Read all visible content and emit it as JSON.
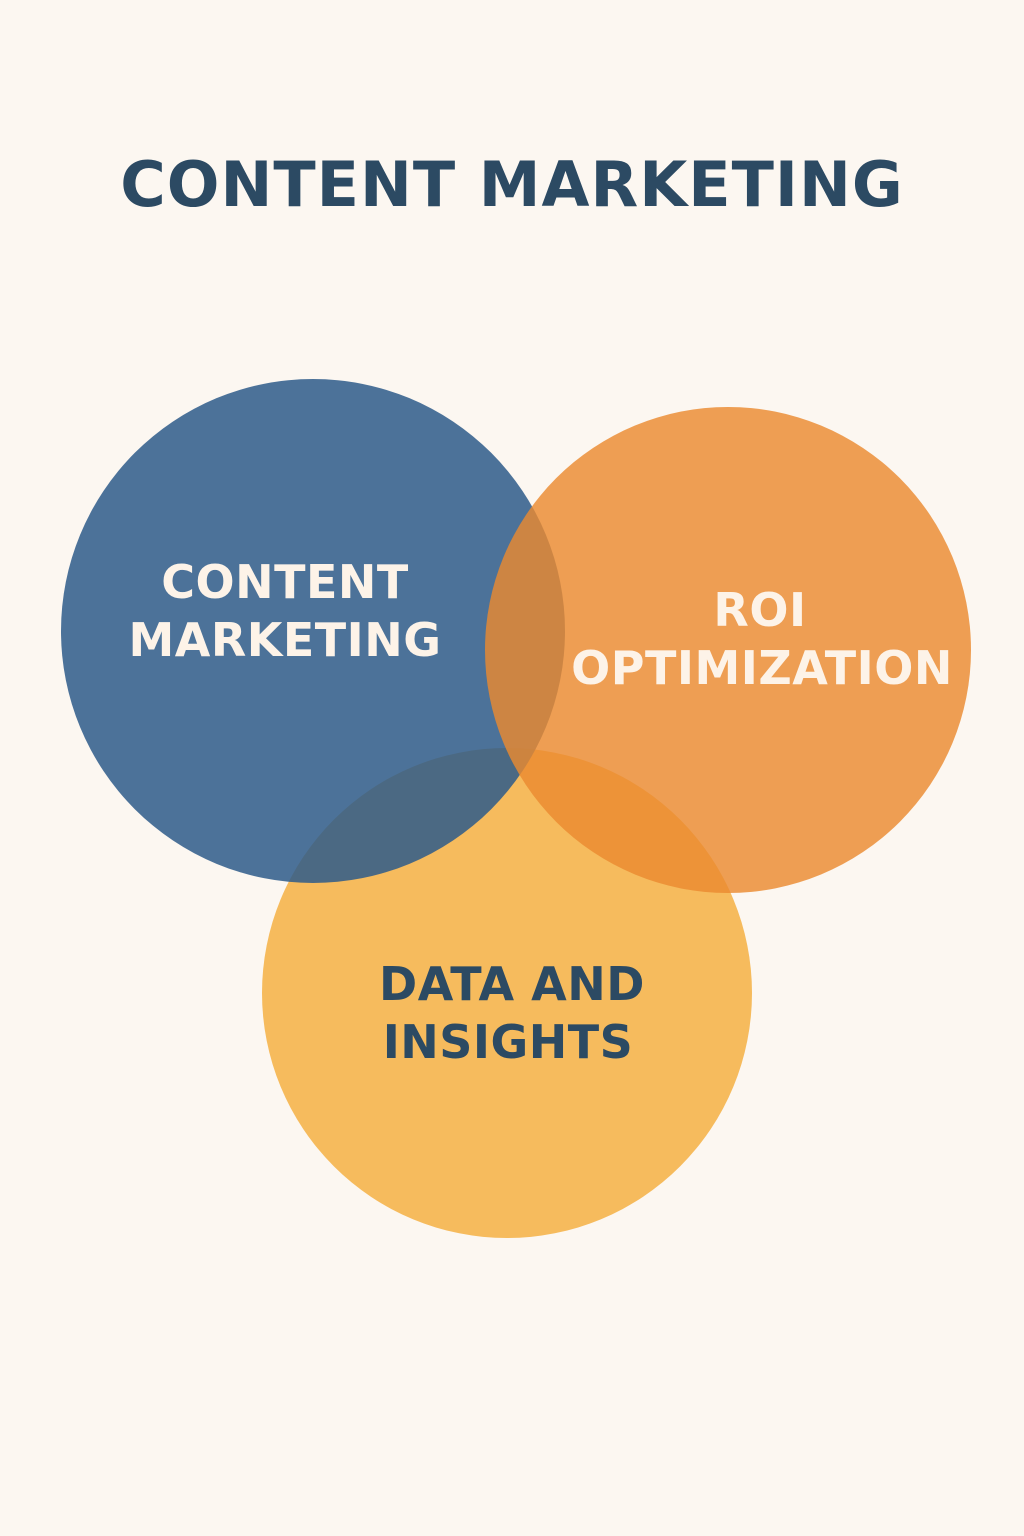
{
  "title": "CONTENT MARKETING",
  "colors": {
    "background": "#fcf7f1",
    "title": "#2c4a63",
    "dark_text": "#2c4a63",
    "light_text": "#fdf3e8"
  },
  "sets": [
    {
      "id": "content-marketing",
      "line1": "CONTENT",
      "line2": "MARKETING",
      "color": "#2d5a8a",
      "text_color": "#fdf3e8"
    },
    {
      "id": "roi-optimization",
      "line1": "ROI",
      "line2": "OPTIMIZATION",
      "color": "#ea8a30",
      "text_color": "#fdf3e8"
    },
    {
      "id": "data-and-insights",
      "line1": "DATA AND",
      "line2": "INSIGHTS",
      "color": "#f4ad3c",
      "text_color": "#2c4a63"
    }
  ]
}
